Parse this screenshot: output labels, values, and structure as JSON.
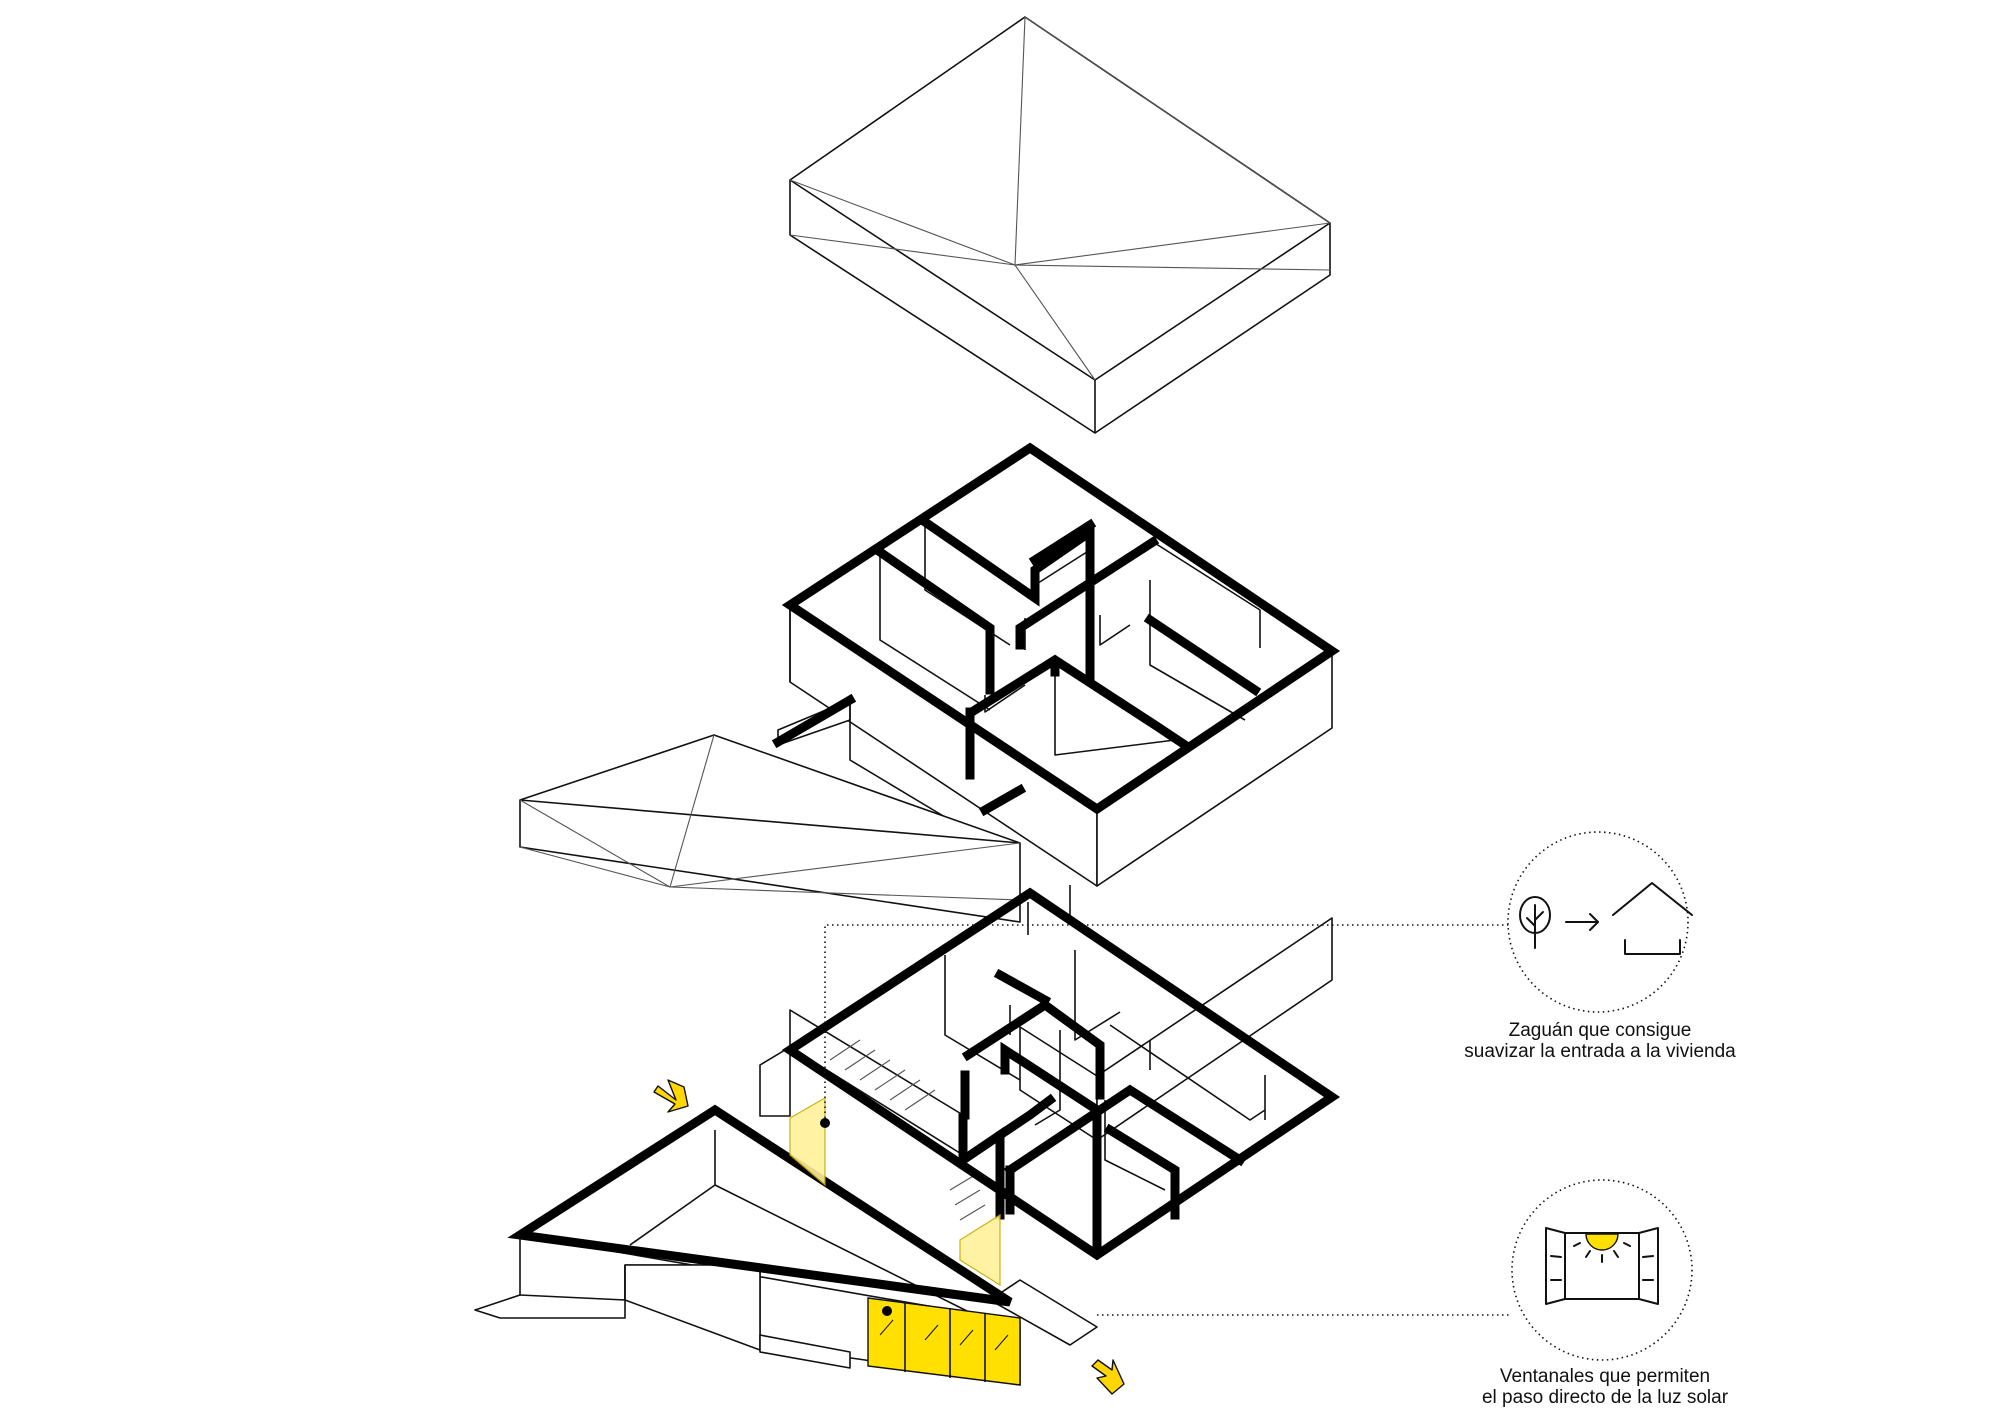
{
  "callouts": [
    {
      "id": "zaguan",
      "icon": "tree-to-house-icon",
      "lines": [
        "Zaguán que consigue",
        "suavizar la entrada a la vivienda"
      ]
    },
    {
      "id": "ventanales",
      "icon": "sunlit-window-icon",
      "lines": [
        "Ventanales que permiten",
        "el paso directo de la luz solar"
      ]
    }
  ],
  "colors": {
    "accent": "#ffe000",
    "line": "#111111",
    "background": "#ffffff"
  }
}
